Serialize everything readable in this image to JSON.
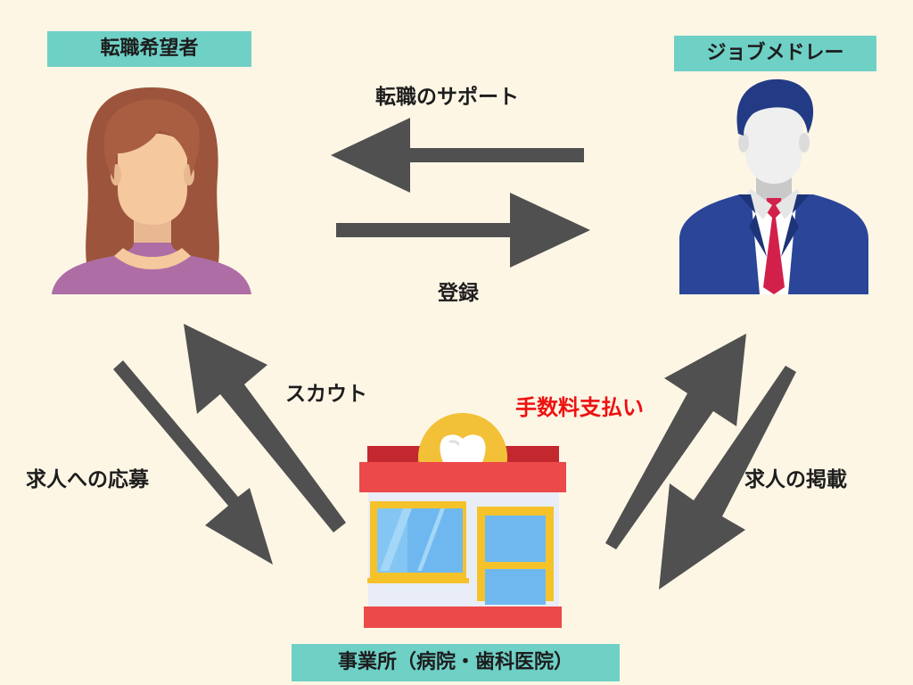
{
  "nodes": {
    "job_seeker": "転職希望者",
    "job_medley": "ジョブメドレー",
    "clinic": "事業所（病院・歯科医院）"
  },
  "edges": {
    "support": "転職のサポート",
    "register": "登録",
    "scout": "スカウト",
    "apply": "求人への応募",
    "fee": "手数料支払い",
    "posting": "求人の掲載"
  },
  "colors": {
    "background": "#fdf6e5",
    "tag": "#6fd0c6",
    "arrow": "#505050",
    "fee_text": "#ee1111"
  }
}
